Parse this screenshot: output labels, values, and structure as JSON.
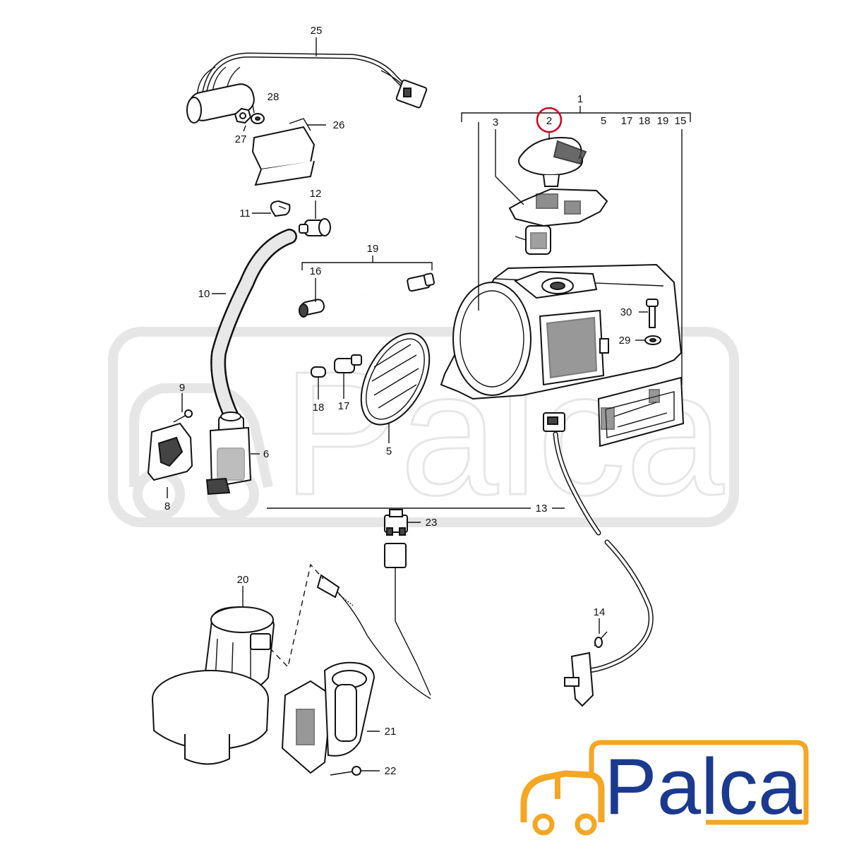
{
  "diagram": {
    "callouts": [
      {
        "id": "1",
        "text": "1"
      },
      {
        "id": "2",
        "text": "2"
      },
      {
        "id": "3",
        "text": "3"
      },
      {
        "id": "5a",
        "text": "5"
      },
      {
        "id": "17a",
        "text": "17"
      },
      {
        "id": "18a",
        "text": "18"
      },
      {
        "id": "19a",
        "text": "19"
      },
      {
        "id": "15",
        "text": "15"
      },
      {
        "id": "25",
        "text": "25"
      },
      {
        "id": "28",
        "text": "28"
      },
      {
        "id": "27",
        "text": "27"
      },
      {
        "id": "26",
        "text": "26"
      },
      {
        "id": "11",
        "text": "11"
      },
      {
        "id": "12",
        "text": "12"
      },
      {
        "id": "19",
        "text": "19"
      },
      {
        "id": "16",
        "text": "16"
      },
      {
        "id": "10",
        "text": "10"
      },
      {
        "id": "30",
        "text": "30"
      },
      {
        "id": "29",
        "text": "29"
      },
      {
        "id": "9",
        "text": "9"
      },
      {
        "id": "6",
        "text": "6"
      },
      {
        "id": "8",
        "text": "8"
      },
      {
        "id": "18",
        "text": "18"
      },
      {
        "id": "17",
        "text": "17"
      },
      {
        "id": "5",
        "text": "5"
      },
      {
        "id": "13",
        "text": "13"
      },
      {
        "id": "23",
        "text": "23"
      },
      {
        "id": "20",
        "text": "20"
      },
      {
        "id": "14",
        "text": "14"
      },
      {
        "id": "21",
        "text": "21"
      },
      {
        "id": "22",
        "text": "22"
      }
    ],
    "highlighted_callout": "2",
    "highlight_color": "#d0021b"
  },
  "logo": {
    "text": "Palca",
    "text_color": "#1b3a8f",
    "accent_color": "#f5a623",
    "icon": "truck-icon"
  },
  "watermark": {
    "text": "Palca",
    "color": "#e6e6e6"
  }
}
